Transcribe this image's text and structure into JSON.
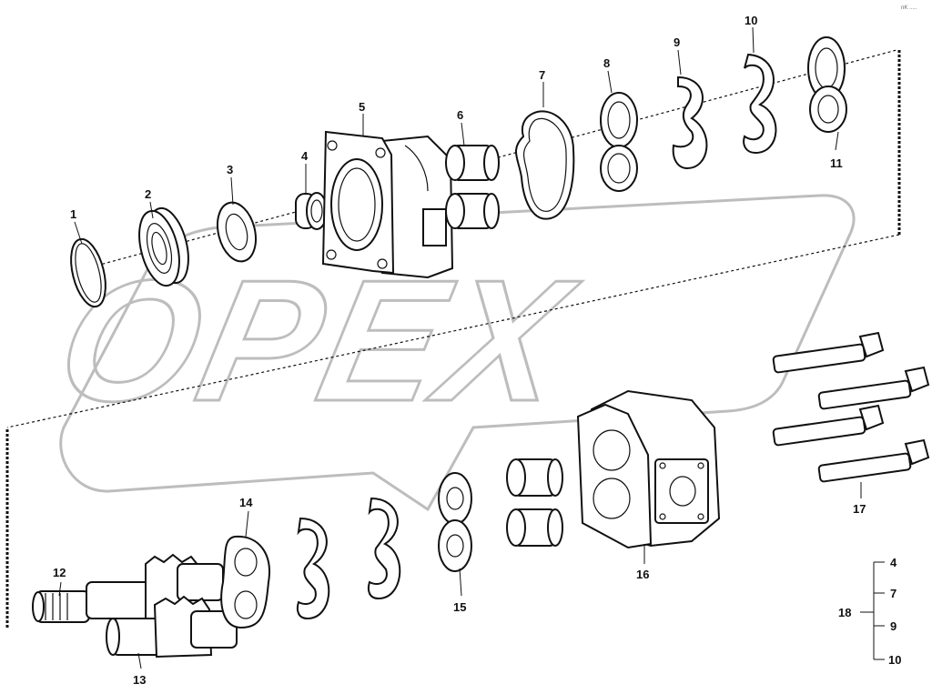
{
  "watermark": {
    "text": "OPEX"
  },
  "corner_mark": "nK .....",
  "callouts": [
    {
      "id": "c1",
      "label": "1"
    },
    {
      "id": "c2",
      "label": "2"
    },
    {
      "id": "c3",
      "label": "3"
    },
    {
      "id": "c4",
      "label": "4"
    },
    {
      "id": "c5",
      "label": "5"
    },
    {
      "id": "c6",
      "label": "6"
    },
    {
      "id": "c7",
      "label": "7"
    },
    {
      "id": "c8",
      "label": "8"
    },
    {
      "id": "c9",
      "label": "9"
    },
    {
      "id": "c10",
      "label": "10"
    },
    {
      "id": "c11",
      "label": "11"
    },
    {
      "id": "c12",
      "label": "12"
    },
    {
      "id": "c13",
      "label": "13"
    },
    {
      "id": "c14",
      "label": "14"
    },
    {
      "id": "c15",
      "label": "15"
    },
    {
      "id": "c16",
      "label": "16"
    },
    {
      "id": "c17",
      "label": "17"
    }
  ],
  "kit_legend": {
    "kit_label": "18",
    "items": [
      "4",
      "7",
      "9",
      "10"
    ]
  }
}
